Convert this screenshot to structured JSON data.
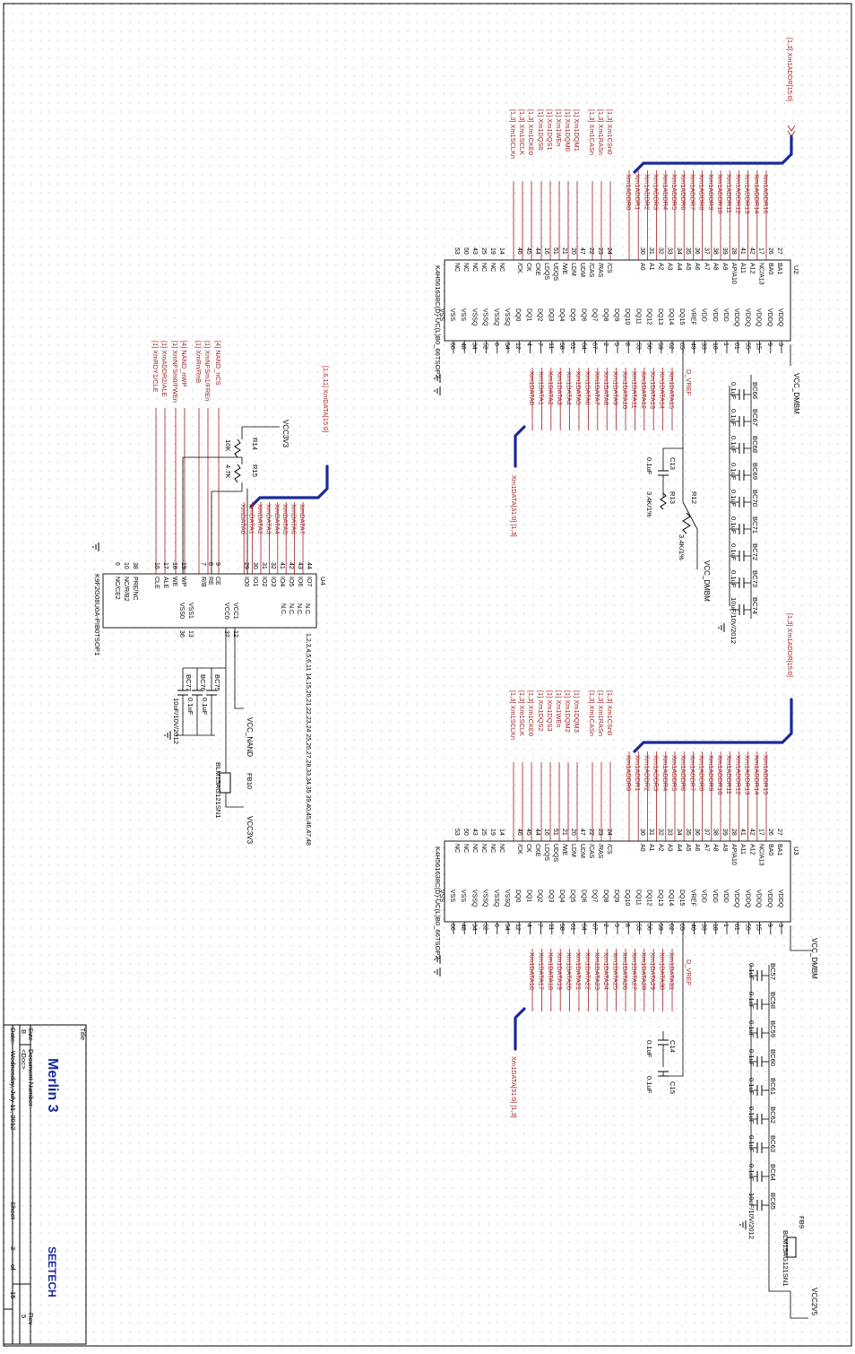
{
  "title_block": {
    "title_label": "Title",
    "title": "Merlin 3",
    "size_label": "Size",
    "size": "B",
    "docnum_label": "Document Number",
    "docnum": "<Doc>",
    "rev_label": "Rev",
    "rev": "5",
    "date_label": "Date:",
    "date": "Wednesday, July 11, 2012",
    "sheet_label": "Sheet",
    "sheet": "3",
    "of_label": "of",
    "total": "15",
    "company": "SEETECH"
  },
  "u2": {
    "ref": "U2",
    "part": "K4H561638C(D)-UC(L)B0_66TSOP2",
    "bus_addr": "[1,3] Xm1ADDR[15:0]",
    "bus_data": "Xm1DATA[31:0] [1,3]",
    "addr_nets": [
      "Xm1ADDR16",
      "Xm1ADDR14",
      "Xm1ADDR13",
      "Xm1ADDR12",
      "Xm1ADDR11",
      "Xm1ADDR10",
      "Xm1ADDR9",
      "Xm1ADDR8",
      "Xm1ADDR7",
      "Xm1ADDR6",
      "Xm1ADDR5",
      "Xm1ADDR4",
      "Xm1ADDR3",
      "Xm1ADDR2",
      "Xm1ADDR1",
      "Xm1ADDR0"
    ],
    "addr_pins": [
      "27",
      "26",
      "17",
      "42",
      "41",
      "28",
      "39",
      "38",
      "37",
      "36",
      "35",
      "34",
      "33",
      "32",
      "31",
      "30",
      "29"
    ],
    "addr_names": [
      "BA1",
      "BA0",
      "NC/A13",
      "A12",
      "A11",
      "AP/A10",
      "A9",
      "A8",
      "A7",
      "A6",
      "A5",
      "A4",
      "A3",
      "A2",
      "A1",
      "A0"
    ],
    "ctrl_nets": [
      "[1,3] Xm1CSn0",
      "[1,3] Xm1RASn",
      "[1,3] Xm1CASn",
      "[1] Xm1DQM1",
      "[1] Xm1DQM0",
      "[1] Xm1WEn",
      "[1] Xm1DQS1",
      "[1] Xm1DQS0",
      "[1,3] Xm1CKE0",
      "[1,3] Xm1SCLK",
      "[1,3] Xm1SCLKn"
    ],
    "ctrl_pins": [
      "24",
      "23",
      "22",
      "47",
      "20",
      "21",
      "51",
      "16",
      "44",
      "45",
      "46",
      "14",
      "19",
      "25",
      "43",
      "50",
      "53"
    ],
    "ctrl_names": [
      "/CS",
      "/RAS",
      "/CAS",
      "UDM",
      "LDM",
      "/WE",
      "UDQS",
      "LDQS",
      "CKE",
      "CK",
      "/CK",
      "NC",
      "NC",
      "NC",
      "NC",
      "NC",
      "NC"
    ],
    "right_pins": [
      "3",
      "9",
      "15",
      "55",
      "61",
      "1",
      "18",
      "33",
      "49",
      "65",
      "62",
      "59",
      "56",
      "53",
      "8",
      "5",
      "2",
      "67",
      "64",
      "61",
      "58",
      "11",
      "7",
      "4",
      "12",
      "54",
      "6",
      "52",
      "34",
      "48",
      "66"
    ],
    "right_names": [
      "VDDQ",
      "VDDQ",
      "VDDQ",
      "VDDQ",
      "VDDQ",
      "VDD",
      "VDD",
      "VDD",
      "VREF",
      "DQ15",
      "DQ14",
      "DQ13",
      "DQ12",
      "DQ11",
      "DQ10",
      "DQ9",
      "DQ8",
      "DQ7",
      "DQ6",
      "DQ5",
      "DQ4",
      "DQ3",
      "DQ2",
      "DQ1",
      "DQ0",
      "VSSQ",
      "VSSQ",
      "VSSQ",
      "VSSQ",
      "VSS",
      "VSS",
      "VSS"
    ],
    "data_nets": [
      "Xm1DATA15",
      "Xm1DATA14",
      "Xm1DATA13",
      "Xm1DATA12",
      "Xm1DATA11",
      "Xm1DATA10",
      "Xm1DATA9",
      "Xm1DATA8",
      "Xm1DATA7",
      "Xm1DATA6",
      "Xm1DATA5",
      "Xm1DATA4",
      "Xm1DATA3",
      "Xm1DATA2",
      "Xm1DATA1",
      "Xm1DATA0"
    ],
    "vref_net": "D_VREF",
    "vcc": "VCC_DMBM",
    "caps": [
      "BC66",
      "BC67",
      "BC68",
      "BC69",
      "BC70",
      "BC71",
      "BC72",
      "BC73",
      "BC74"
    ],
    "cap_values": [
      "0.1uF",
      "0.1uF",
      "0.1uF",
      "0.1uF",
      "0.1uF",
      "0.1uF",
      "0.1uF",
      "0.1uF",
      "10uF/10V/2012"
    ],
    "c13": "C13",
    "c13_value": "0.1uF",
    "r12": "R12",
    "r12_value": "3.4K/1%",
    "r13": "R13",
    "r13_value": "3.4K/1%",
    "r_vcc": "VCC_DMBM"
  },
  "u3": {
    "ref": "U3",
    "part": "K4H561638C(D)-UC(L)B0_66TSOP2",
    "bus_addr": "[1,3] Xm1ADDR[15:0]",
    "bus_data": "Xm1DATA[31:0] [1,3]",
    "addr_nets": [
      "Xm1ADDR15",
      "Xm1ADDR14",
      "Xm1ADDR13",
      "Xm1ADDR12",
      "Xm1ADDR11",
      "Xm1ADDR10",
      "Xm1ADDR9",
      "Xm1ADDR8",
      "Xm1ADDR7",
      "Xm1ADDR6",
      "Xm1ADDR5",
      "Xm1ADDR4",
      "Xm1ADDR3",
      "Xm1ADDR2",
      "Xm1ADDR1",
      "Xm1ADDR0"
    ],
    "addr_pins": [
      "27",
      "26",
      "17",
      "42",
      "41",
      "28",
      "39",
      "38",
      "37",
      "36",
      "35",
      "34",
      "33",
      "32",
      "31",
      "30",
      "29"
    ],
    "addr_names": [
      "BA1",
      "BA0",
      "NC/A13",
      "A12",
      "A11",
      "AP/A10",
      "A9",
      "A8",
      "A7",
      "A6",
      "A5",
      "A4",
      "A3",
      "A2",
      "A1",
      "A0"
    ],
    "ctrl_nets": [
      "[1,3] Xm1CSn0",
      "[1,3] Xm1RASn",
      "[1,3] Xm1CASn",
      "[1] Xm1DQM3",
      "[1] Xm1DQM2",
      "[1] Xm1WEn",
      "[1] Xm1DQS3",
      "[1] Xm1DQS2",
      "[1,3] Xm1CKE0",
      "[1,3] Xm1SCLK",
      "[1,3] Xm1SCLKn"
    ],
    "ctrl_pins": [
      "24",
      "23",
      "22",
      "47",
      "20",
      "21",
      "51",
      "16",
      "44",
      "45",
      "46",
      "14",
      "19",
      "25",
      "43",
      "50",
      "53"
    ],
    "ctrl_names": [
      "/CS",
      "/RAS",
      "/CAS",
      "UDM",
      "LDM",
      "/WE",
      "UDQS",
      "LDQS",
      "CKE",
      "CK",
      "/CK",
      "NC",
      "NC",
      "NC",
      "NC",
      "NC",
      "NC"
    ],
    "right_pins": [
      "3",
      "9",
      "15",
      "55",
      "61",
      "1",
      "18",
      "33",
      "40",
      "65",
      "62",
      "59",
      "56",
      "53",
      "8",
      "5",
      "2",
      "67",
      "64",
      "61",
      "58",
      "11",
      "7",
      "4",
      "12",
      "54",
      "6",
      "52",
      "34",
      "48",
      "66"
    ],
    "right_names": [
      "VDDQ",
      "VDDQ",
      "VDDQ",
      "VDDQ",
      "VDDQ",
      "VDD",
      "VDD",
      "VDD",
      "VREF",
      "DQ15",
      "DQ14",
      "DQ13",
      "DQ12",
      "DQ11",
      "DQ10",
      "DQ9",
      "DQ8",
      "DQ7",
      "DQ6",
      "DQ5",
      "DQ4",
      "DQ3",
      "DQ2",
      "DQ1",
      "DQ0",
      "VSSQ",
      "VSSQ",
      "VSSQ",
      "VSSQ",
      "VSS",
      "VSS",
      "VSS"
    ],
    "data_nets": [
      "Xm1DATA31",
      "Xm1DATA30",
      "Xm1DATA29",
      "Xm1DATA28",
      "Xm1DATA27",
      "Xm1DATA26",
      "Xm1DATA25",
      "Xm1DATA24",
      "Xm1DATA23",
      "Xm1DATA22",
      "Xm1DATA21",
      "Xm1DATA20",
      "Xm1DATA19",
      "Xm1DATA18",
      "Xm1DATA17",
      "Xm1DATA16"
    ],
    "vref_net": "D_VREF",
    "vcc": "VCC_DMBM",
    "caps": [
      "BC57",
      "BC58",
      "BC59",
      "BC60",
      "BC61",
      "BC62",
      "BC63",
      "BC64",
      "BC65"
    ],
    "cap_values": [
      "0.1uF",
      "0.1uF",
      "0.1uF",
      "0.1uF",
      "0.1uF",
      "0.1uF",
      "0.1uF",
      "0.1uF",
      "10uF/10V/2012"
    ],
    "c14": "C14",
    "c14_value": "0.1uF",
    "c15": "C15",
    "c15_value": "0.1uF",
    "fb": "FB9",
    "fb_part": "BLM15AG121SN1",
    "vcc_in": "VCC2V5"
  },
  "u4": {
    "ref": "U4",
    "part": "K9F2G08U0A-PIB0TSOP1",
    "bus": "[1,6,11] XmDATA[15:0]",
    "data_nets": [
      "XmDATA7",
      "XmDATA6",
      "XmDATA5",
      "XmDATA4",
      "XmDATA3",
      "XmDATA2",
      "XmDATA1",
      "XmDATA0"
    ],
    "data_pins": [
      "44",
      "43",
      "42",
      "41",
      "32",
      "31",
      "30",
      "29"
    ],
    "data_names": [
      "IO7",
      "IO6",
      "IO5",
      "IO4",
      "IO3",
      "IO2",
      "IO1",
      "IO0"
    ],
    "ctrl_nets": [
      "[4] NAND_nCS",
      "[1] XmNFSm1/FREn",
      "[1] XmRn/RnB",
      "[4] NAND_nWP",
      "[1] XmNFSm0/FWEn",
      "[1] XmADDR2/ALE",
      "[1] XmRDY1/CLE"
    ],
    "ctrl_pins": [
      "9",
      "8",
      "7",
      "19",
      "18",
      "17",
      "16",
      "38",
      "10",
      "6"
    ],
    "ctrl_names": [
      "CE",
      "RE",
      "R/B",
      "WP",
      "WE",
      "ALE",
      "CLE",
      "PRE/NC",
      "NC/R/B2",
      "NC/CE2"
    ],
    "nc_pins": "1,2,3,4,5,6,11 14,15,20,21,22,23,24 25,26,27,28,33,34,35 39,40,45,46,47,48",
    "nc_names": [
      "N.C.",
      "N.C.",
      "N.C.",
      "N.C."
    ],
    "pwr_pins": [
      "12",
      "37",
      "13",
      "36"
    ],
    "pwr_names": [
      "VCC1",
      "VCC0",
      "VSS1",
      "VSS0"
    ],
    "r14": "R14",
    "r14_value": "10K",
    "r15": "R15",
    "r15_value": "4.7K",
    "vcc3": "VCC3V3",
    "caps": [
      "BC75",
      "BC76",
      "BC77"
    ],
    "cap_values": [
      "0.1uF",
      "0.1uF",
      "10uF/10V/2012"
    ],
    "vcc_nand": "VCC_NAND",
    "fb": "FB10",
    "fb_part": "BLM15AG121SN1",
    "vcc_in": "VCC3V3"
  }
}
